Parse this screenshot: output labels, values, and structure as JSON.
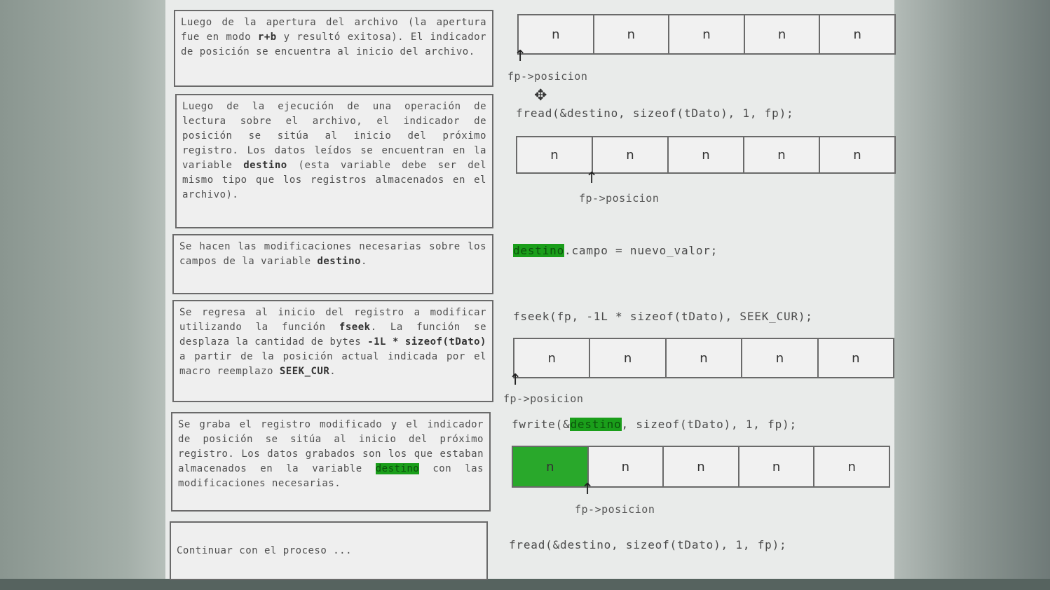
{
  "steps": [
    {
      "parts": [
        {
          "t": "Luego de la apertura del archivo (la apertura fue en modo "
        },
        {
          "t": "r+b",
          "b": true
        },
        {
          "t": " y resultó exitosa). El indicador de posición se encuentra al inicio del archivo."
        }
      ]
    },
    {
      "parts": [
        {
          "t": "Luego de la ejecución de una operación de lectura sobre el archivo, el indicador de posición se sitúa al inicio del próximo registro. Los datos leídos se encuentran en la variable "
        },
        {
          "t": "destino",
          "b": true
        },
        {
          "t": " (esta variable debe ser del mismo tipo que los registros almacenados en el archivo)."
        }
      ]
    },
    {
      "parts": [
        {
          "t": "Se hacen las modificaciones necesarias sobre los campos de la variable "
        },
        {
          "t": "destino",
          "b": true
        },
        {
          "t": "."
        }
      ]
    },
    {
      "parts": [
        {
          "t": "Se regresa al inicio del registro a modificar utilizando la función "
        },
        {
          "t": "fseek",
          "b": true
        },
        {
          "t": ". La función se desplaza la cantidad de bytes "
        },
        {
          "t": "-1L * sizeof(tDato)",
          "b": true
        },
        {
          "t": " a partir de la posición actual indicada por el macro reemplazo "
        },
        {
          "t": "SEEK_CUR",
          "b": true
        },
        {
          "t": "."
        }
      ]
    },
    {
      "parts": [
        {
          "t": "Se graba el registro modificado y el indicador de posición se sitúa al inicio del próximo registro. Los datos grabados son los que estaban almacenados en la variable "
        },
        {
          "t": "destino",
          "hl": true
        },
        {
          "t": " con las modificaciones necesarias."
        }
      ]
    },
    {
      "parts": [
        {
          "t": "Continuar con el proceso ..."
        }
      ]
    }
  ],
  "code": {
    "fread1": "fread(&destino, sizeof(tDato), 1, fp);",
    "assign_var": "destino",
    "assign_rest": ".campo = nuevo_valor;",
    "fseek": "fseek(fp, -1L * sizeof(tDato), SEEK_CUR);",
    "fwrite_pre": "fwrite(&",
    "fwrite_var": "destino",
    "fwrite_post": ", sizeof(tDato), 1, fp);",
    "fread2": "fread(&destino, sizeof(tDato), 1, fp);"
  },
  "record_label": "n",
  "pointer_label": "fp->posicion",
  "arrow_glyph": "↑",
  "highlight_color": "#1a9e1a"
}
